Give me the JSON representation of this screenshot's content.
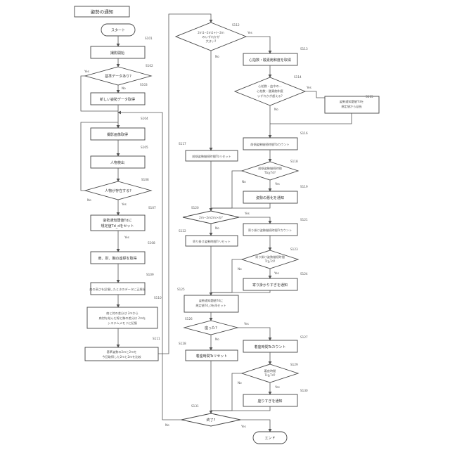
{
  "title": "姿勢の通知",
  "start": "スタート",
  "end": "エンド",
  "yes": "Yes",
  "no": "No",
  "steps": {
    "S101": "撮影開始",
    "S102": "基準データあり?",
    "S103": "新しい姿勢データ取得",
    "S104": "撮影画像取得",
    "S105": "人物検出",
    "S106": "人物が存在する?",
    "S107": "姿勢通知閾値Tdに\n規定値Td_dをセット",
    "S108": "肩、肘、胸の座標を取得",
    "S109": "肩の高さを記憶したときのデータに正規化",
    "S110": "肩と肘の差分は 2mから\n肩肘を結んだ線と胸の差分は 2mを\nシステムメモリに記憶",
    "S111": "基準姿勢の2mと2mを\n今回取得した2mと2mを比較",
    "S112": "2m1−2m1+(−2mのいずれかが大きい?)",
    "S113": "心拍数・酸素飽和度を取得",
    "S114": "心拍数・血中の...\nいずれかが超える?",
    "S115": "姿勢通知閾値Tdを\n規定値から延長",
    "S116": "前傾姿勢継続時間Tbカウント",
    "S117": "前傾姿勢継続時間Tbリセット",
    "S118": "前傾姿勢継続時間\nTb≧Td?",
    "S119": "姿勢の悪化を通知",
    "S120": "2m−2m2m>の?",
    "S121": "寄り掛け姿勢継続時間Trカウント",
    "S122": "寄り掛け姿勢時間Trリセット",
    "S123": "寄り掛け姿勢継続時間\nTr≧Td?",
    "S124": "寄り掛かりすぎを通知",
    "S125": "姿勢通知閾値Tdに\n規定値Td_dを再セット",
    "S126": "座った?",
    "S127": "着座時間Tsカウント",
    "S128": "着座時間Tsリセット",
    "S129": "着座時間\nTs≧Td?",
    "S130": "座りすぎを通知",
    "S131": "終了?"
  }
}
